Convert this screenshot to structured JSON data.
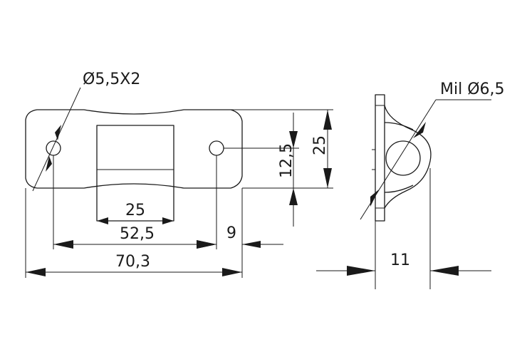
{
  "drawing": {
    "hole_callout": "Ø5,5X2",
    "thread_callout": "Mil Ø6,5",
    "slot_width": "25",
    "hole_to_slot": "52,5",
    "edge_to_hole": "9",
    "overall_length": "70,3",
    "hole_height": "12,5",
    "plate_height": "25",
    "side_depth": "11"
  }
}
